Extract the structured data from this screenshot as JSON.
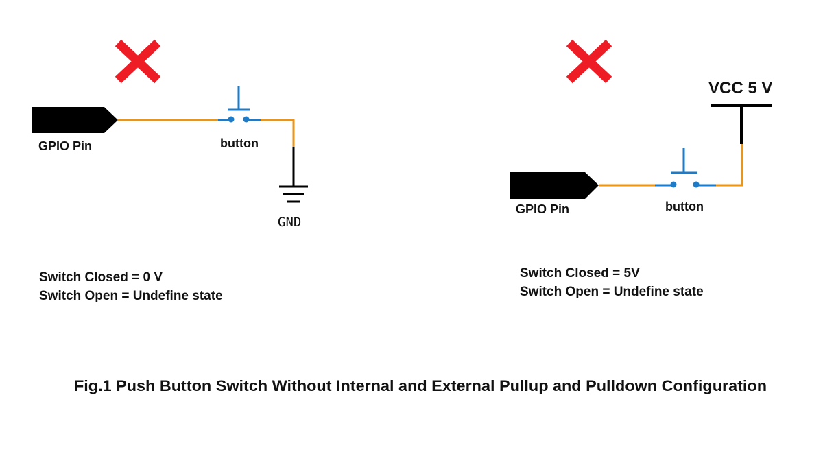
{
  "colors": {
    "wire": "#E8951A",
    "button": "#1E7BC8",
    "cross": "#EE1C25",
    "pin": "#000000",
    "text": "#111111"
  },
  "left": {
    "pin_label": "GPIO Pin",
    "button_label": "button",
    "gnd_label": "GND",
    "status_icon": "red-cross-icon",
    "note_closed": "Switch Closed = 0 V",
    "note_open": "Switch Open = Undefine state"
  },
  "right": {
    "pin_label": "GPIO Pin",
    "button_label": "button",
    "vcc_label": "VCC 5 V",
    "status_icon": "red-cross-icon",
    "note_closed": "Switch Closed = 5V",
    "note_open": "Switch Open = Undefine state"
  },
  "caption": "Fig.1 Push Button Switch Without Internal and External Pullup and Pulldown Configuration"
}
